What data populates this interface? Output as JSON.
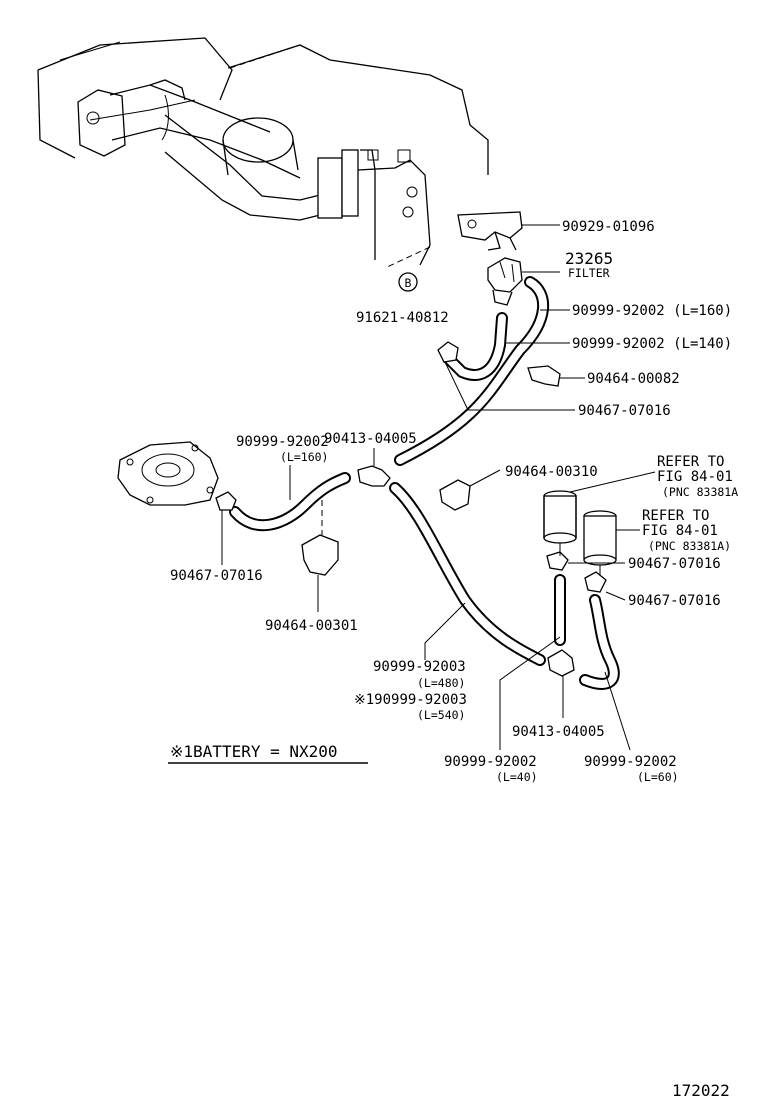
{
  "labels": {
    "p90929": "90929-01096",
    "p23265": "23265",
    "filter": "FILTER",
    "p91621": "91621-40812",
    "bolt_letter": "B",
    "hose160_top": "90999-92002 (L=160)",
    "hose140": "90999-92002 (L=140)",
    "clip00082": "90464-00082",
    "clamp07016_top": "90467-07016",
    "tjoint_top": "90413-04005",
    "hose160_left": "90999-92002",
    "hose160_left_len": "(L=160)",
    "clip00310": "90464-00310",
    "refer1_a": "REFER TO",
    "refer1_b": "FIG 84-01",
    "refer1_c": "(PNC 83381A",
    "refer2_a": "REFER TO",
    "refer2_b": "FIG 84-01",
    "refer2_c": "(PNC 83381A)",
    "clamp07016_mid": "90467-07016",
    "clamp07016_right": "90467-07016",
    "clamp07016_left": "90467-07016",
    "clip00301": "90464-00301",
    "hose92003": "90999-92003",
    "hose92003_len": "(L=480)",
    "hose92003_alt": "※190999-92003",
    "hose92003_alt_len": "(L=540)",
    "tjoint_bottom": "90413-04005",
    "hose40": "90999-92002",
    "hose40_len": "(L=40)",
    "hose60": "90999-92002",
    "hose60_len": "(L=60)",
    "battery_note": "※1BATTERY = NX200",
    "figure_number": "172022"
  }
}
